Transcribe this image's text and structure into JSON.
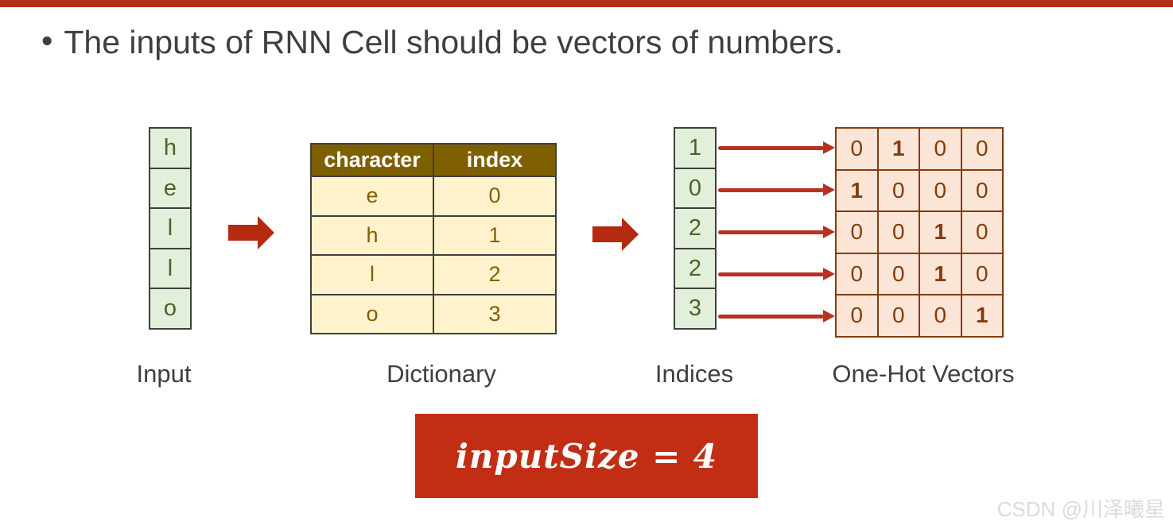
{
  "title": {
    "bullet": "•",
    "text": "The inputs of RNN Cell should be vectors of numbers."
  },
  "diagram": {
    "input": {
      "label": "Input",
      "cells": [
        "h",
        "e",
        "l",
        "l",
        "o"
      ]
    },
    "dictionary": {
      "label": "Dictionary",
      "headers": [
        "character",
        "index"
      ],
      "rows": [
        [
          "e",
          "0"
        ],
        [
          "h",
          "1"
        ],
        [
          "l",
          "2"
        ],
        [
          "o",
          "3"
        ]
      ]
    },
    "indices": {
      "label": "Indices",
      "cells": [
        "1",
        "0",
        "2",
        "2",
        "3"
      ]
    },
    "onehot": {
      "label": "One-Hot Vectors",
      "rows": [
        [
          "0",
          "1",
          "0",
          "0"
        ],
        [
          "1",
          "0",
          "0",
          "0"
        ],
        [
          "0",
          "0",
          "1",
          "0"
        ],
        [
          "0",
          "0",
          "1",
          "0"
        ],
        [
          "0",
          "0",
          "0",
          "1"
        ]
      ]
    }
  },
  "formula": {
    "text": "inputSize = 4"
  },
  "watermark": {
    "text": "CSDN @川泽曦星"
  },
  "colors": {
    "top_bar": "#b2301c",
    "arrow_red": "#b5290f",
    "mapping_arrow_red": "#b93121",
    "formula_bg": "#c22e13",
    "green_cell_bg": "#e2efda",
    "green_cell_text": "#4a6328",
    "dict_header_bg": "#7f6000",
    "dict_body_bg": "#fff2cc",
    "dict_text": "#7f6000",
    "onehot_bg": "#fbe5d6",
    "onehot_border": "#843c0c",
    "title_text": "#3f3f3f"
  }
}
